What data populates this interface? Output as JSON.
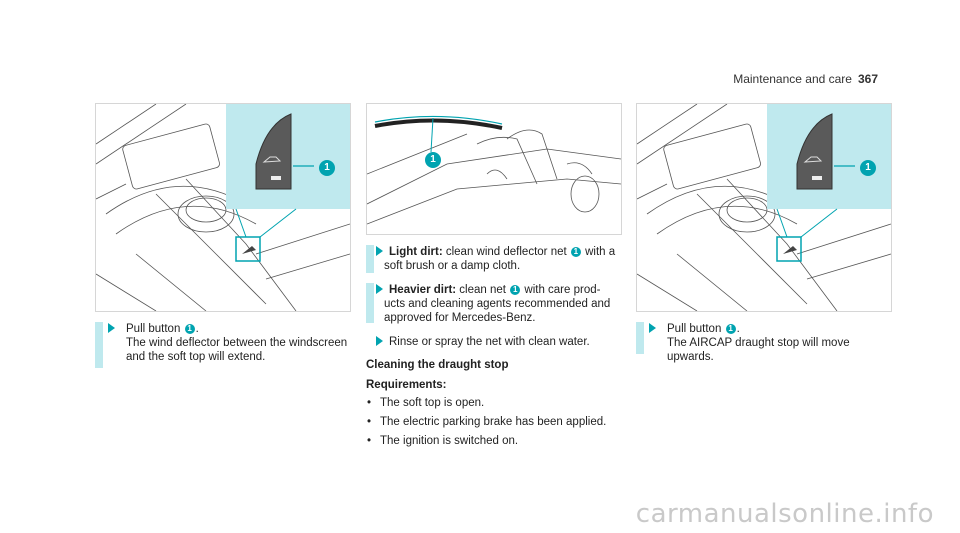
{
  "header": {
    "section": "Maintenance and care",
    "page": "367"
  },
  "callout": "1",
  "col1": {
    "step": {
      "pre": "Pull button",
      "post": ".",
      "desc": "The wind deflector between the windscreen and the soft top will extend."
    }
  },
  "col2": {
    "steps": [
      {
        "label": "Light dirt:",
        "pre": " clean wind deflector net",
        "post": " with a soft brush or a damp cloth."
      },
      {
        "label": "Heavier dirt:",
        "pre": " clean net",
        "post": " with care prod- ucts and cleaning agents recommended and approved for Mercedes-Benz."
      },
      {
        "text": "Rinse or spray the net with clean water."
      }
    ],
    "subheading": "Cleaning the draught stop",
    "requirements_label": "Requirements:",
    "requirements": [
      "The soft top is open.",
      "The electric parking brake has been applied.",
      "The ignition is switched on."
    ]
  },
  "col3": {
    "step": {
      "pre": "Pull button",
      "post": ".",
      "desc": "The AIRCAP draught stop will move upwards."
    }
  },
  "watermark": "carmanualsonline.info",
  "colors": {
    "accent": "#00a3b0",
    "highlight": "#bfe9ee"
  }
}
